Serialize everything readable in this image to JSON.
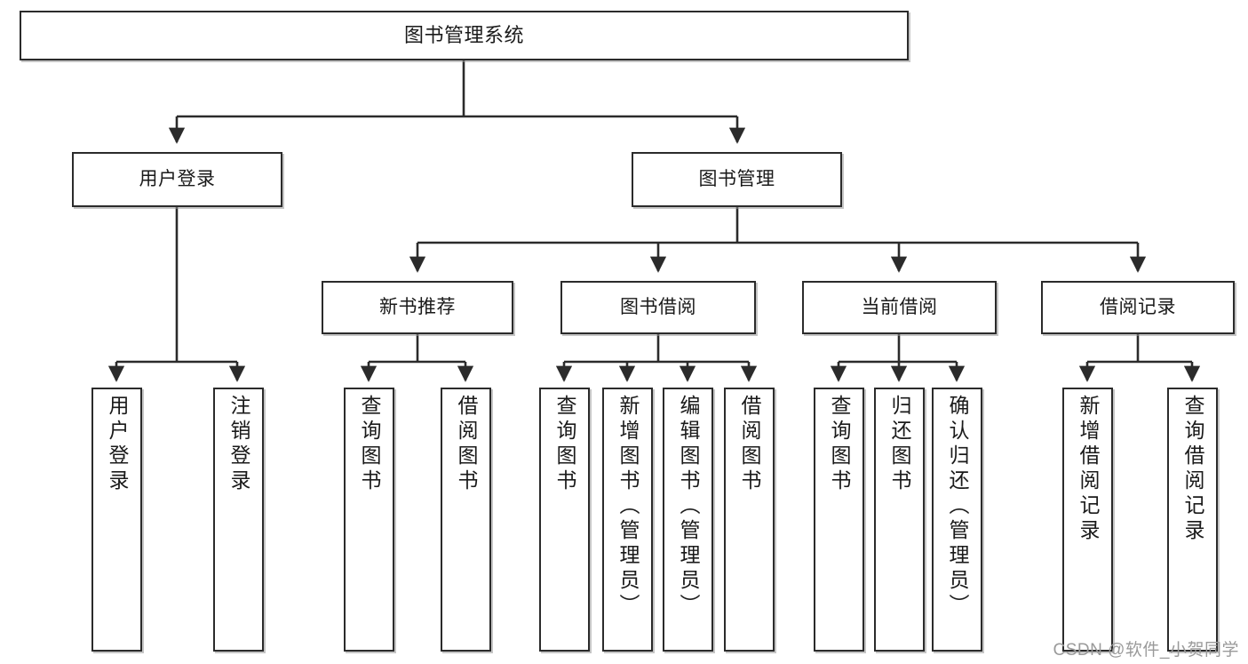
{
  "diagram": {
    "title": "图书管理系统",
    "type": "tree",
    "stroke_color": "#2b2b2b",
    "node_fill": "#ffffff",
    "background": "#ffffff"
  },
  "watermark": {
    "text": "CSDN @软件_小贺同学",
    "color": "#9a9a9a"
  },
  "nodes": {
    "root": {
      "label": "图书管理系统"
    },
    "level2": [
      {
        "label": "用户登录"
      },
      {
        "label": "图书管理"
      }
    ],
    "level3": [
      {
        "label": "新书推荐"
      },
      {
        "label": "图书借阅"
      },
      {
        "label": "当前借阅"
      },
      {
        "label": "借阅记录"
      }
    ],
    "leaves_user_login": [
      {
        "label": "用户登录"
      },
      {
        "label": "注销登录"
      }
    ],
    "leaves_new_book": [
      {
        "label": "查询图书"
      },
      {
        "label": "借阅图书"
      }
    ],
    "leaves_borrow": [
      {
        "label": "查询图书"
      },
      {
        "label": "新增图书（管理员）"
      },
      {
        "label": "编辑图书（管理员）"
      },
      {
        "label": "借阅图书"
      }
    ],
    "leaves_current": [
      {
        "label": "查询图书"
      },
      {
        "label": "归还图书"
      },
      {
        "label": "确认归还（管理员）"
      }
    ],
    "leaves_records": [
      {
        "label": "新增借阅记录"
      },
      {
        "label": "查询借阅记录"
      }
    ]
  },
  "chart_data": {
    "type": "tree",
    "title": "图书管理系统",
    "edges": [
      {
        "from": "图书管理系统",
        "to": "用户登录"
      },
      {
        "from": "图书管理系统",
        "to": "图书管理"
      },
      {
        "from": "用户登录",
        "to": "用户登录"
      },
      {
        "from": "用户登录",
        "to": "注销登录"
      },
      {
        "from": "图书管理",
        "to": "新书推荐"
      },
      {
        "from": "图书管理",
        "to": "图书借阅"
      },
      {
        "from": "图书管理",
        "to": "当前借阅"
      },
      {
        "from": "图书管理",
        "to": "借阅记录"
      },
      {
        "from": "新书推荐",
        "to": "查询图书"
      },
      {
        "from": "新书推荐",
        "to": "借阅图书"
      },
      {
        "from": "图书借阅",
        "to": "查询图书"
      },
      {
        "from": "图书借阅",
        "to": "新增图书（管理员）"
      },
      {
        "from": "图书借阅",
        "to": "编辑图书（管理员）"
      },
      {
        "from": "图书借阅",
        "to": "借阅图书"
      },
      {
        "from": "当前借阅",
        "to": "查询图书"
      },
      {
        "from": "当前借阅",
        "to": "归还图书"
      },
      {
        "from": "当前借阅",
        "to": "确认归还（管理员）"
      },
      {
        "from": "借阅记录",
        "to": "新增借阅记录"
      },
      {
        "from": "借阅记录",
        "to": "查询借阅记录"
      }
    ]
  }
}
